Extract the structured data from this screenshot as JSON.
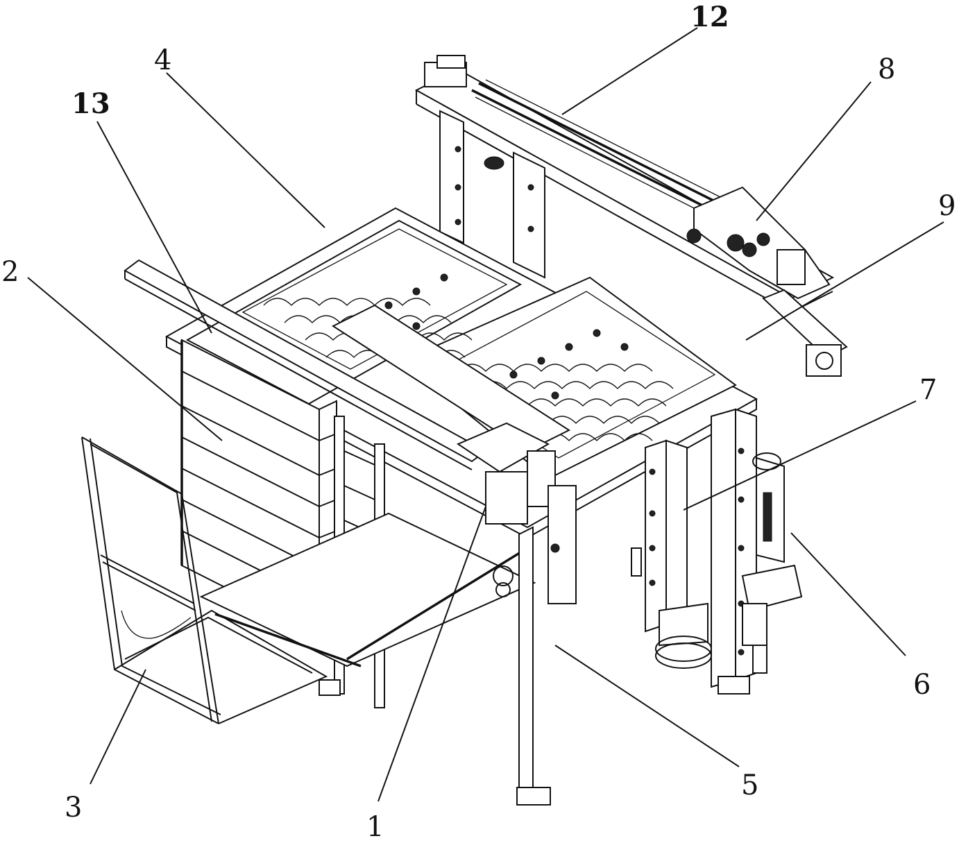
{
  "diagram": {
    "style": "patent line drawing, isometric view of a crate/tray transfer machine",
    "labels": [
      {
        "id": "1",
        "text": "1",
        "bold": false
      },
      {
        "id": "2",
        "text": "2",
        "bold": false
      },
      {
        "id": "3",
        "text": "3",
        "bold": false
      },
      {
        "id": "4",
        "text": "4",
        "bold": false
      },
      {
        "id": "5",
        "text": "5",
        "bold": false
      },
      {
        "id": "6",
        "text": "6",
        "bold": false
      },
      {
        "id": "7",
        "text": "7",
        "bold": false
      },
      {
        "id": "8",
        "text": "8",
        "bold": false
      },
      {
        "id": "9",
        "text": "9",
        "bold": false
      },
      {
        "id": "12",
        "text": "12",
        "bold": true
      },
      {
        "id": "13",
        "text": "13",
        "bold": true
      }
    ],
    "colors": {
      "ink": "#111111",
      "paper": "#ffffff"
    }
  }
}
